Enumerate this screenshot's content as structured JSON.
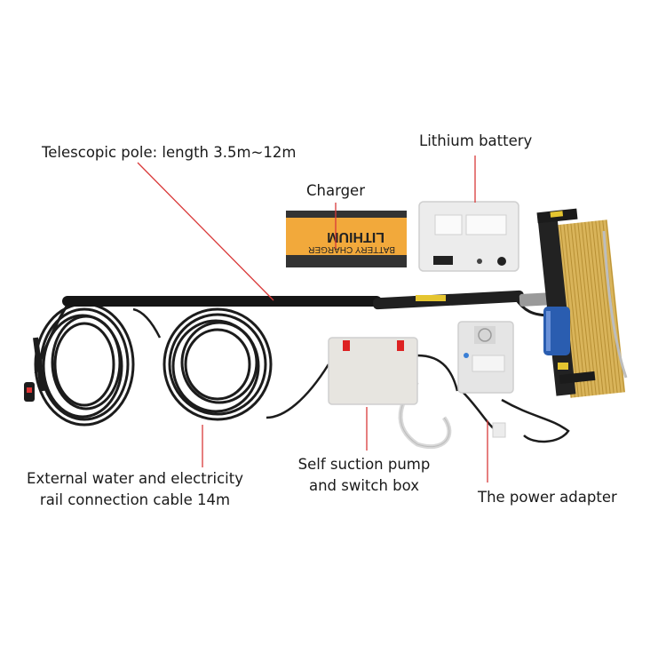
{
  "labels": {
    "pole": "Telescopic pole: length 3.5m~12m",
    "battery": "Lithium battery",
    "charger": "Charger",
    "cable_line1": "External water and electricity",
    "cable_line2": "rail connection cable 14m",
    "pump_line1": "Self suction pump",
    "pump_line2": "and switch box",
    "adapter": "The power adapter"
  },
  "product_text": {
    "charger_brand": "LITHIUM",
    "charger_subtitle": "BATTERY CHARGER"
  },
  "colors": {
    "leader_line": "#d93a3a",
    "pole": "#151515",
    "brush_bristles": "#d9b45a",
    "charger_box": "#f2a93b",
    "device_case": "#ececec",
    "pump_tank": "#2a5db0"
  }
}
